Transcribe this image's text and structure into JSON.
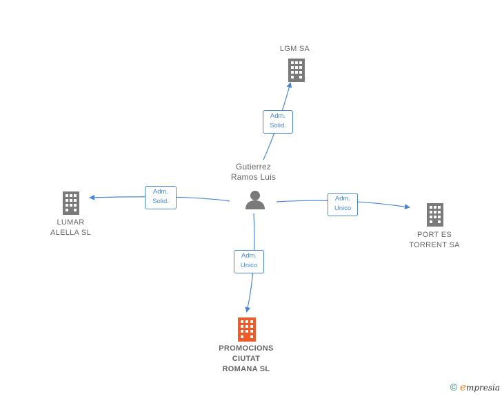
{
  "person": {
    "label": "Gutierrez\nRamos Luis"
  },
  "companies": {
    "top": {
      "label": "LGM SA"
    },
    "left": {
      "label": "LUMAR\nALELLA  SL"
    },
    "right": {
      "label": "PORT ES\nTORRENT SA"
    },
    "bottom": {
      "label": "PROMOCIONS\nCIUTAT\nROMANA  SL"
    }
  },
  "relations": {
    "top": "Adm.\nSolid.",
    "left": "Adm.\nSolid.",
    "right": "Adm.\nUnico",
    "bottom": "Adm.\nUnico"
  },
  "colors": {
    "edge": "#4a86d8",
    "building": "#7a7a7a",
    "building_highlight": "#f05a28",
    "person": "#7a7a7a"
  },
  "footer": {
    "copyright": "©",
    "brand_initial": "e",
    "brand_rest": "mpresia"
  }
}
